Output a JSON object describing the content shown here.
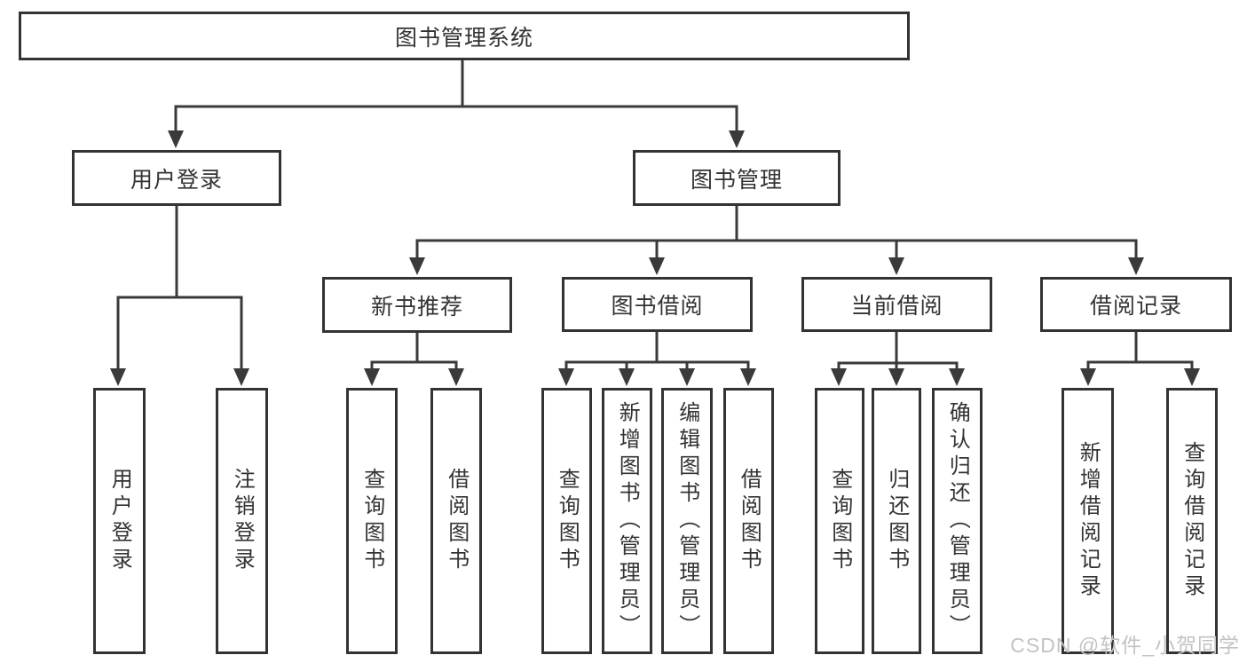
{
  "tree": {
    "label": "图书管理系统",
    "children": [
      {
        "label": "用户登录",
        "children": [
          {
            "label": "用户登录"
          },
          {
            "label": "注销登录"
          }
        ]
      },
      {
        "label": "图书管理",
        "children": [
          {
            "label": "新书推荐",
            "children": [
              {
                "label": "查询图书"
              },
              {
                "label": "借阅图书"
              }
            ]
          },
          {
            "label": "图书借阅",
            "children": [
              {
                "label": "查询图书"
              },
              {
                "label": "新增图书（管理员）"
              },
              {
                "label": "编辑图书（管理员）"
              },
              {
                "label": "借阅图书"
              }
            ]
          },
          {
            "label": "当前借阅",
            "children": [
              {
                "label": "查询图书"
              },
              {
                "label": "归还图书"
              },
              {
                "label": "确认归还（管理员）"
              }
            ]
          },
          {
            "label": "借阅记录",
            "children": [
              {
                "label": "新增借阅记录"
              },
              {
                "label": "查询借阅记录"
              }
            ]
          }
        ]
      }
    ]
  },
  "watermark": {
    "text": "CSDN @软件_小贺同学"
  },
  "colors": {
    "background": "#ffffff",
    "line": "#3a3a3a",
    "box_border": "#333333",
    "text": "#333333",
    "watermark_text": "#c3c3c3"
  }
}
